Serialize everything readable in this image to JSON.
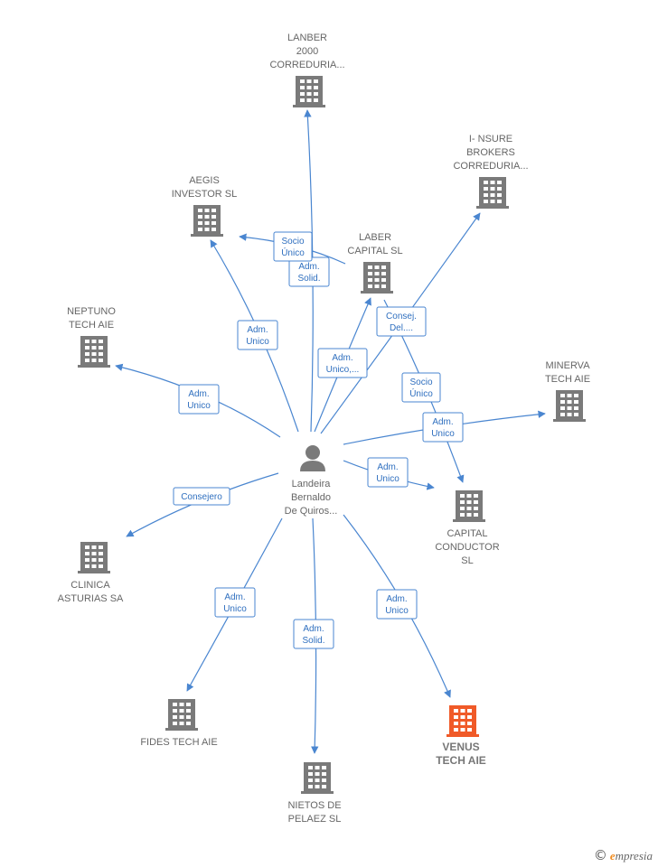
{
  "center": {
    "label": [
      "Landeira",
      "Bernaldo",
      "De Quiros..."
    ],
    "icon": "person-icon"
  },
  "companies": [
    {
      "id": "lanber",
      "label": [
        "LANBER",
        "2000",
        "CORREDURIA..."
      ],
      "icon": "building-icon"
    },
    {
      "id": "insure",
      "label": [
        "I-  NSURE",
        "BROKERS",
        "CORREDURIA..."
      ],
      "icon": "building-icon"
    },
    {
      "id": "aegis",
      "label": [
        "AEGIS",
        "INVESTOR  SL"
      ],
      "icon": "building-icon"
    },
    {
      "id": "laber",
      "label": [
        "LABER",
        "CAPITAL  SL"
      ],
      "icon": "building-icon"
    },
    {
      "id": "neptuno",
      "label": [
        "NEPTUNO",
        "TECH AIE"
      ],
      "icon": "building-icon"
    },
    {
      "id": "minerva",
      "label": [
        "MINERVA",
        "TECH AIE"
      ],
      "icon": "building-icon"
    },
    {
      "id": "capital",
      "label": [
        "CAPITAL",
        "CONDUCTOR",
        "SL"
      ],
      "icon": "building-icon"
    },
    {
      "id": "clinica",
      "label": [
        "CLINICA",
        "ASTURIAS SA"
      ],
      "icon": "building-icon"
    },
    {
      "id": "fides",
      "label": [
        "FIDES TECH AIE"
      ],
      "icon": "building-icon"
    },
    {
      "id": "nietos",
      "label": [
        "NIETOS DE",
        "PELAEZ SL"
      ],
      "icon": "building-icon"
    },
    {
      "id": "venus",
      "label": [
        "VENUS",
        "TECH AIE"
      ],
      "icon": "building-icon",
      "highlight": true
    }
  ],
  "edges": [
    {
      "id": "e-lanber",
      "label": [
        "Adm.",
        "Solid."
      ]
    },
    {
      "id": "e-aegis",
      "label": [
        "Adm.",
        "Unico"
      ]
    },
    {
      "id": "e-laber",
      "label": [
        "Adm.",
        "Unico,..."
      ]
    },
    {
      "id": "e-laber-aegis",
      "label": [
        "Socio",
        "Único"
      ]
    },
    {
      "id": "e-insure",
      "label": [
        "Consej.",
        "Del...."
      ]
    },
    {
      "id": "e-laber-capital",
      "label": [
        "Socio",
        "Único"
      ]
    },
    {
      "id": "e-neptuno",
      "label": [
        "Adm.",
        "Unico"
      ]
    },
    {
      "id": "e-minerva",
      "label": [
        "Adm.",
        "Unico"
      ]
    },
    {
      "id": "e-capital",
      "label": [
        "Adm.",
        "Unico"
      ]
    },
    {
      "id": "e-clinica",
      "label": [
        "Consejero"
      ]
    },
    {
      "id": "e-fides",
      "label": [
        "Adm.",
        "Unico"
      ]
    },
    {
      "id": "e-nietos",
      "label": [
        "Adm.",
        "Solid."
      ]
    },
    {
      "id": "e-venus",
      "label": [
        "Adm.",
        "Unico"
      ]
    }
  ],
  "colors": {
    "edge": "#4a86d0",
    "node": "#7a7a7a",
    "highlight": "#f05a28"
  },
  "brand": {
    "copyright": "©",
    "first_letter": "e",
    "rest": "mpresia"
  }
}
